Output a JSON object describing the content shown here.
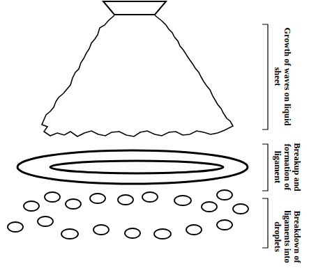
{
  "diagram": {
    "labels": [
      "Growth of waves on liquid sheet",
      "Breakup and formation of ligament",
      "Breakdown of ligaments into droplets"
    ]
  }
}
